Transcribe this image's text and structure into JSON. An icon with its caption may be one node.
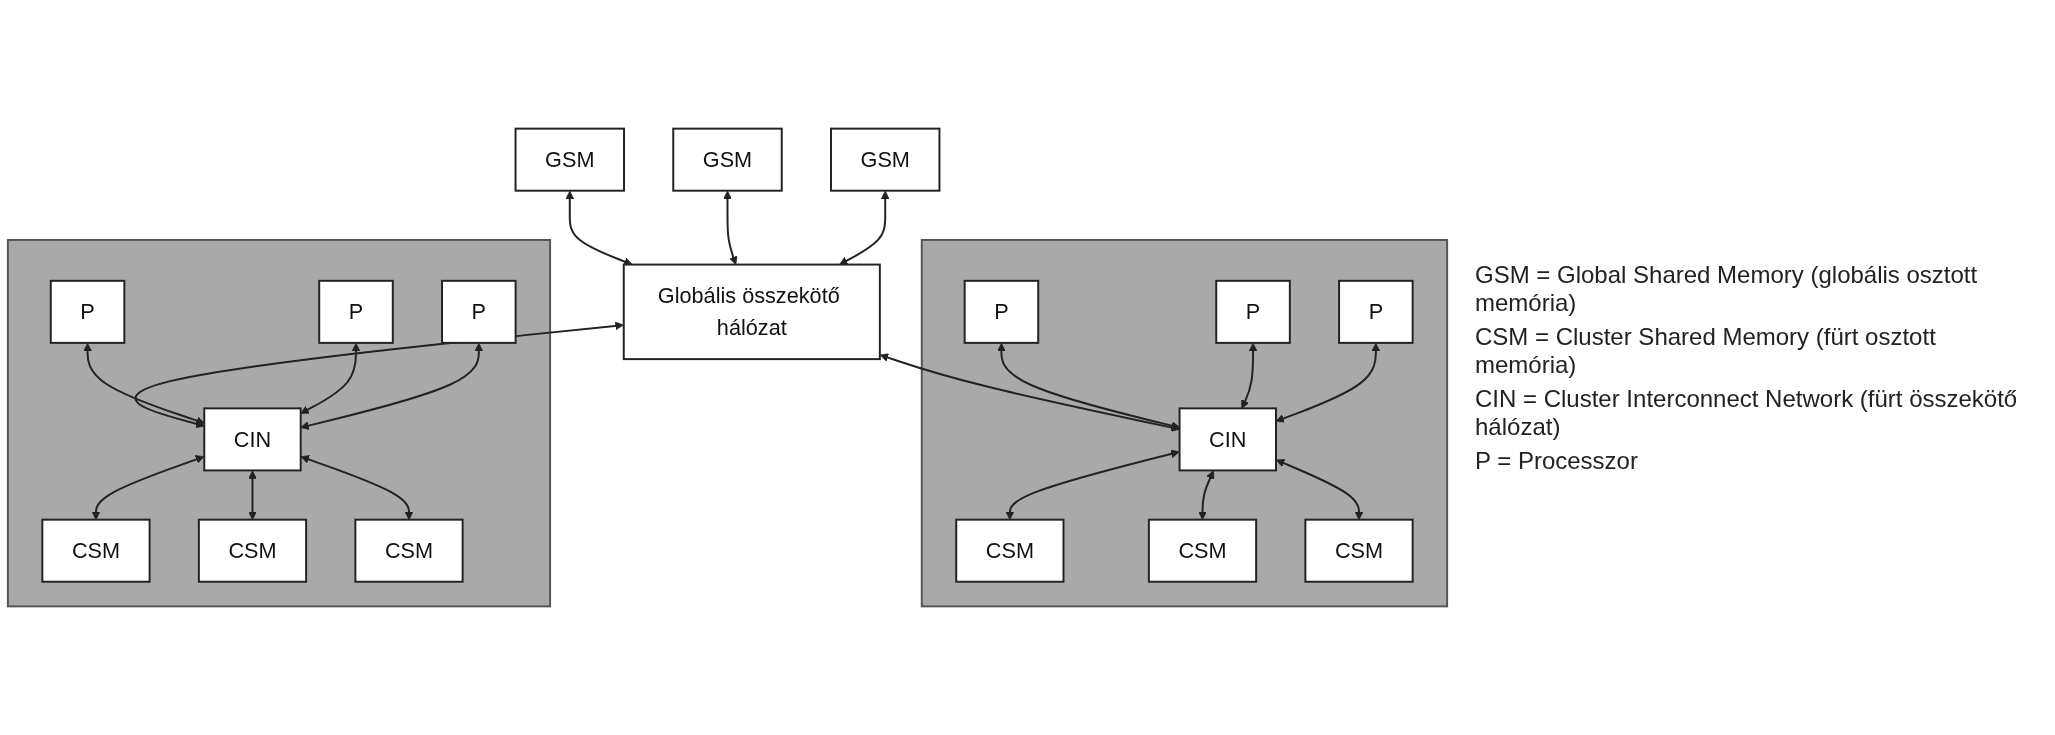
{
  "diagram": {
    "nodes": [
      {
        "text": [
          "GSM"
        ]
      },
      {
        "text": [
          "GSM"
        ]
      },
      {
        "text": [
          "GSM"
        ]
      },
      {
        "text": [
          "Globális összekötő hálózat"
        ]
      },
      {
        "text": [],
        "shape": "box"
      },
      {
        "text": [
          "P"
        ],
        "in": 4
      },
      {
        "text": [
          "P"
        ],
        "in": 4
      },
      {
        "text": [
          "P"
        ],
        "in": 4
      },
      {
        "text": [
          "CIN"
        ],
        "in": 4
      },
      {
        "text": [
          "CSM"
        ],
        "in": 4
      },
      {
        "text": [
          "CSM"
        ],
        "in": 4
      },
      {
        "text": [
          "CSM"
        ],
        "in": 4
      },
      {
        "text": [],
        "shape": "box"
      },
      {
        "text": [
          "P"
        ],
        "in": 12
      },
      {
        "text": [
          "P"
        ],
        "in": 12
      },
      {
        "text": [
          "P"
        ],
        "in": 12
      },
      {
        "text": [
          "CIN"
        ],
        "in": 12
      },
      {
        "text": [
          "CSM"
        ],
        "in": 12
      },
      {
        "text": [
          "CSM"
        ],
        "in": 12
      },
      {
        "text": [
          "CSM"
        ],
        "in": 12
      }
    ],
    "edges": [
      {
        "from": 0,
        "to": 3,
        "arrow": "both"
      },
      {
        "from": 1,
        "to": 3,
        "arrow": "both"
      },
      {
        "from": 2,
        "to": 3,
        "arrow": "both"
      },
      {
        "from": 3,
        "to": 8,
        "arrow": "both"
      },
      {
        "from": 3,
        "to": 16,
        "arrow": "both"
      },
      {
        "from": 5,
        "to": 8,
        "arrow": "both"
      },
      {
        "from": 6,
        "to": 8,
        "arrow": "both"
      },
      {
        "from": 7,
        "to": 8,
        "arrow": "both"
      },
      {
        "from": 8,
        "to": 9,
        "arrow": "both"
      },
      {
        "from": 8,
        "to": 10,
        "arrow": "both"
      },
      {
        "from": 8,
        "to": 11,
        "arrow": "both"
      },
      {
        "from": 13,
        "to": 16,
        "arrow": "both"
      },
      {
        "from": 14,
        "to": 16,
        "arrow": "both"
      },
      {
        "from": 15,
        "to": 16,
        "arrow": "both"
      },
      {
        "from": 16,
        "to": 17,
        "arrow": "both"
      },
      {
        "from": 16,
        "to": 18,
        "arrow": "both"
      },
      {
        "from": 16,
        "to": 19,
        "arrow": "both"
      }
    ],
    "labels": [
      "GSM = Global Shared Memory (globális osztott memória)",
      "CSM = Cluster Shared Memory (fürt osztott memória)",
      "CIN = Cluster Interconnect Network (fürt összekötő hálózat)",
      "P = Processzor"
    ]
  }
}
